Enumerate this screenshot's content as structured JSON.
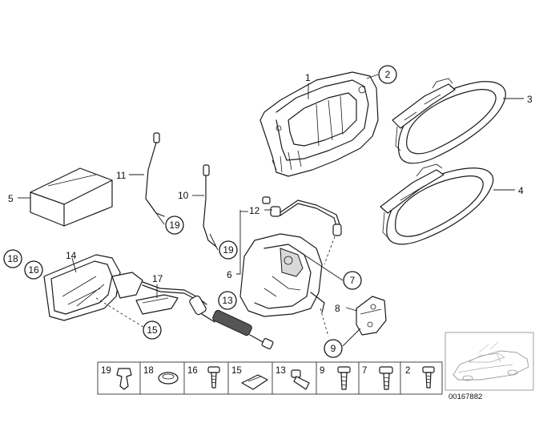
{
  "callouts": {
    "c1": "1",
    "c2": "2",
    "c3": "3",
    "c4": "4",
    "c5": "5",
    "c6": "6",
    "c7": "7",
    "c8": "8",
    "c9": "9",
    "c10": "10",
    "c11": "11",
    "c12": "12",
    "c13": "13",
    "c14": "14",
    "c15": "15",
    "c16": "16",
    "c17": "17",
    "c18": "18",
    "c19a": "19",
    "c19b": "19"
  },
  "strip": [
    "19",
    "18",
    "16",
    "15",
    "13",
    "9",
    "7",
    "2"
  ],
  "reference_number": "00167882"
}
